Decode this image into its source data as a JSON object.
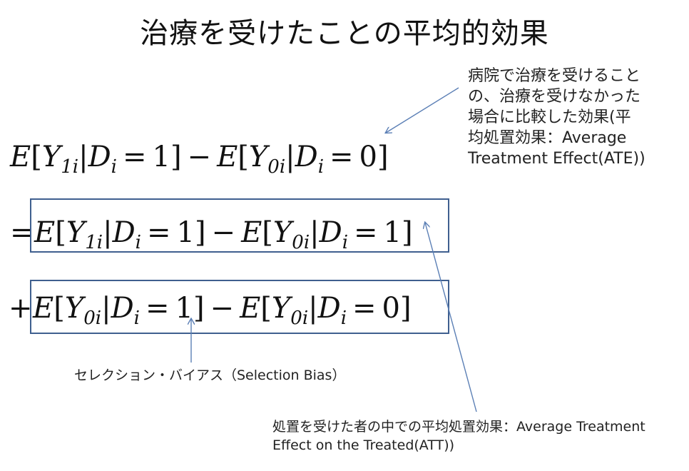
{
  "title": "治療を受けたことの平均的効果",
  "eq_line1": {
    "E": "E",
    "b1": "[",
    "Y": "Y",
    "s1": "1i",
    "bar": "|",
    "D": "D",
    "si": "i",
    "eq": "=",
    "v1": "1",
    "b2": "]",
    "minus": "−",
    "E2": "E",
    "b3": "[",
    "Y2": "Y",
    "s2": "0i",
    "bar2": "|",
    "D2": "D",
    "si2": "i",
    "eq2": "=",
    "v2": "0",
    "b4": "]"
  },
  "eq_line2": {
    "sign": "=",
    "E": "E",
    "b1": "[",
    "Y": "Y",
    "s1": "1i",
    "bar": "|",
    "D": "D",
    "si": "i",
    "eq": "=",
    "v1": "1",
    "b2": "]",
    "minus": "−",
    "E2": "E",
    "b3": "[",
    "Y2": "Y",
    "s2": "0i",
    "bar2": "|",
    "D2": "D",
    "si2": "i",
    "eq2": "=",
    "v2": "1",
    "b4": "]"
  },
  "eq_line3": {
    "sign": "+",
    "E": "E",
    "b1": "[",
    "Y": "Y",
    "s1": "0i",
    "bar": "|",
    "D": "D",
    "si": "i",
    "eq": "=",
    "v1": "1",
    "b2": "]",
    "minus": "−",
    "E2": "E",
    "b3": "[",
    "Y2": "Y",
    "s2": "0i",
    "bar2": "|",
    "D2": "D",
    "si2": "i",
    "eq2": "=",
    "v2": "0",
    "b4": "]"
  },
  "annotations": {
    "ate": "病院で治療を受けること\nの、治療を受けなかった\n場合に比較した効果(平\n均処置効果：Average\nTreatment Effect(ATE))",
    "selection_bias": "セレクション・バイアス（Selection Bias）",
    "att": "処置を受けた者の中での平均処置効果：Average Treatment\nEffect on the Treated(ATT))"
  },
  "colors": {
    "box_border": "#3f5f8f",
    "arrow": "#5b7fb5",
    "text": "#111111"
  }
}
